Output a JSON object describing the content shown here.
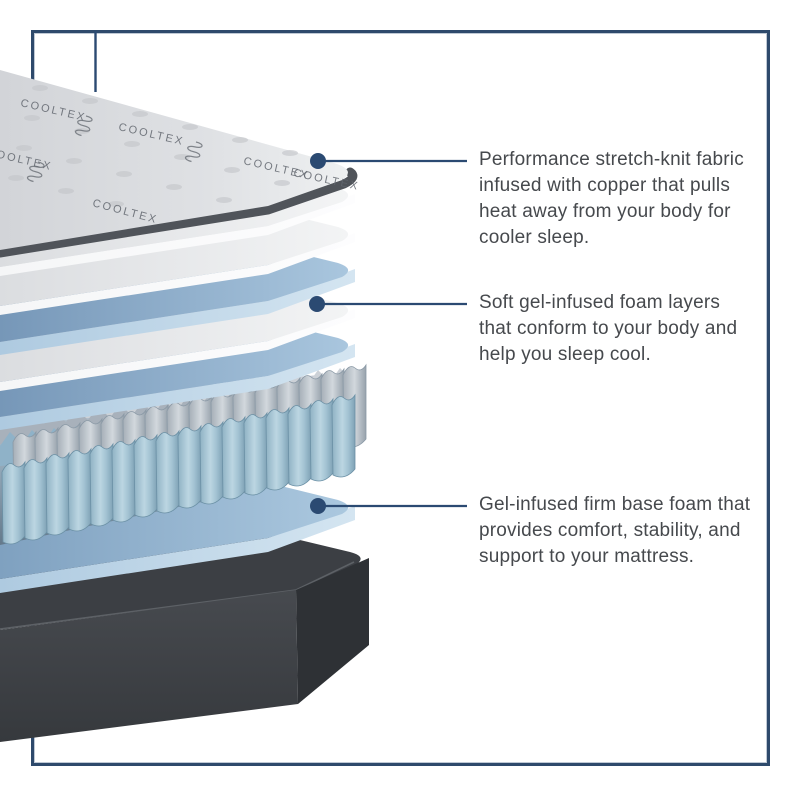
{
  "fabric": {
    "print_label": "COOLTEX"
  },
  "callouts": [
    {
      "text": "Performance stretch-knit fabric\ninfused with copper that pulls\nheat away from your body for\ncooler sleep."
    },
    {
      "text": "Soft gel-infused foam layers\nthat conform to your body and\nhelp you sleep cool."
    },
    {
      "text": "Gel-infused firm base foam that\nprovides comfort, stability, and\nsupport to your mattress."
    }
  ],
  "colors": {
    "accent_navy": "#2b4a72",
    "frame_border": "#2e4a6c",
    "body_text": "#46494d",
    "foam_blue": "#8fb2c9",
    "fabric_grey": "#d9dbde",
    "base_charcoal": "#3c3f44"
  }
}
